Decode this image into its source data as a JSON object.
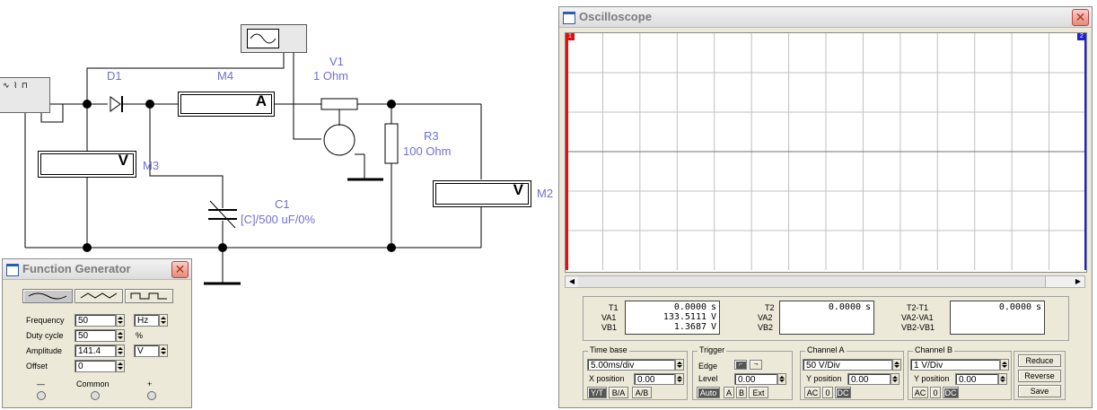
{
  "schematic": {
    "d1_label": "D1",
    "m4_label": "M4",
    "m4_unit": "A",
    "v1_label": "V1",
    "v1_value": "1  Ohm",
    "r3_label": "R3",
    "r3_value": "100  Ohm",
    "m3_label": "M3",
    "m3_unit": "V",
    "m2_label": "M2",
    "m2_unit": "V",
    "c1_label": "C1",
    "c1_value": "[C]/500 uF/0%"
  },
  "function_generator": {
    "title": "Function Generator",
    "frequency_label": "Frequency",
    "frequency_value": "50",
    "frequency_unit": "Hz",
    "duty_label": "Duty cycle",
    "duty_value": "50",
    "duty_unit": "%",
    "amplitude_label": "Amplitude",
    "amplitude_value": "141.4",
    "amplitude_unit": "V",
    "offset_label": "Offset",
    "offset_value": "0",
    "terminal_minus": "—",
    "terminal_common": "Common",
    "terminal_plus": "+"
  },
  "oscilloscope": {
    "title": "Oscilloscope",
    "t1_label": "T1",
    "t1_value": "0.0000",
    "t1_unit": "s",
    "va1_label": "VA1",
    "va1_value": "133.5111",
    "va1_unit": "V",
    "vb1_label": "VB1",
    "vb1_value": "1.3687",
    "vb1_unit": "V",
    "t2_label": "T2",
    "t2_value": "0.0000",
    "t2_unit": "s",
    "va2_label": "VA2",
    "vb2_label": "VB2",
    "dt_label": "T2-T1",
    "dt_value": "0.0000",
    "dt_unit": "s",
    "dva_label": "VA2-VA1",
    "dvb_label": "VB2-VB1",
    "timebase": {
      "title": "Time base",
      "value": "5.00ms/div",
      "xpos_label": "X position",
      "xpos_value": "0.00",
      "modes": [
        "Y/T",
        "B/A",
        "A/B"
      ]
    },
    "trigger": {
      "title": "Trigger",
      "edge_label": "Edge",
      "level_label": "Level",
      "level_value": "0.00",
      "modes": [
        "Auto",
        "A",
        "B",
        "Ext"
      ]
    },
    "channel_a": {
      "title": "Channel A",
      "value": "50  V/Div",
      "ypos_label": "Y position",
      "ypos_value": "0.00",
      "coupling": [
        "AC",
        "0",
        "DC"
      ]
    },
    "channel_b": {
      "title": "Channel B",
      "value": "1  V/Div",
      "ypos_label": "Y position",
      "ypos_value": "0.00",
      "coupling": [
        "AC",
        "0",
        "DC"
      ]
    },
    "buttons": {
      "reduce": "Reduce",
      "reverse": "Reverse",
      "save": "Save"
    },
    "cursor1_marker": "1",
    "cursor2_marker": "2",
    "colors": {
      "cursor1": "#e01010",
      "cursor2": "#2020d0",
      "grid": "#c0c0c0"
    }
  }
}
